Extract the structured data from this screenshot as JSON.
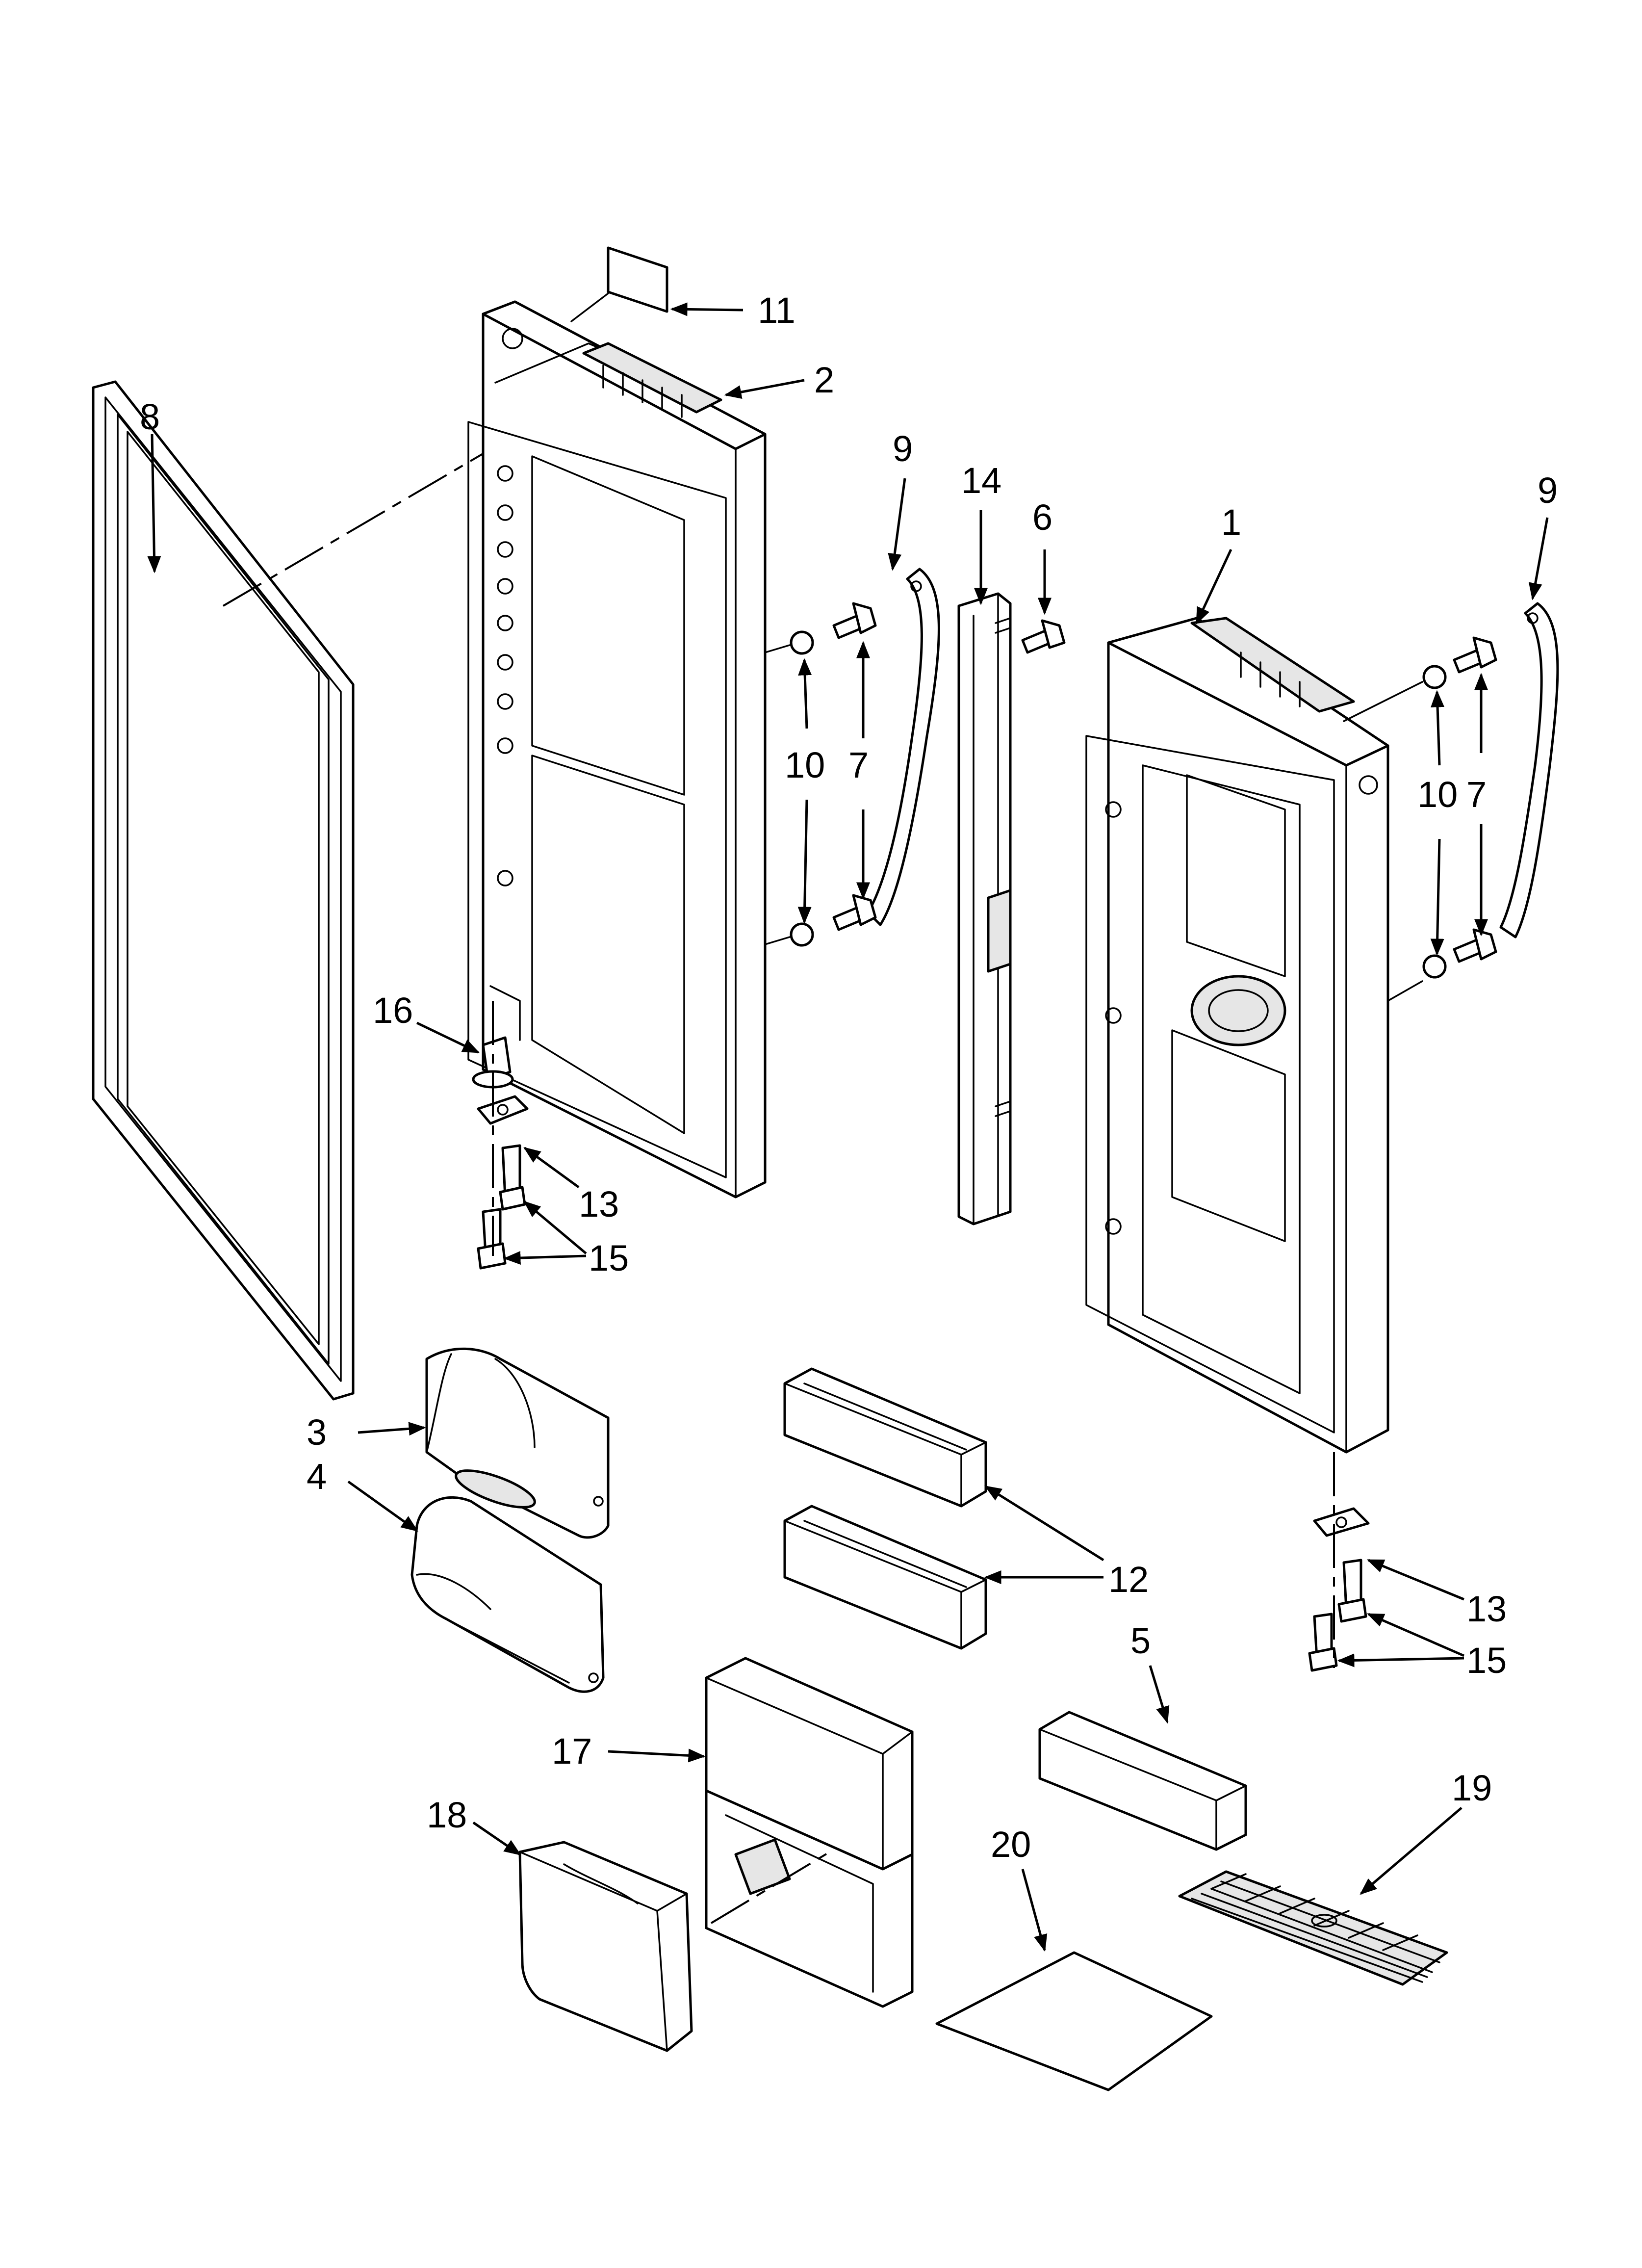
{
  "diagram": {
    "callouts": [
      {
        "key": "c1",
        "label": "1"
      },
      {
        "key": "c2",
        "label": "2"
      },
      {
        "key": "c3",
        "label": "3"
      },
      {
        "key": "c4",
        "label": "4"
      },
      {
        "key": "c5",
        "label": "5"
      },
      {
        "key": "c6",
        "label": "6"
      },
      {
        "key": "c7a",
        "label": "7"
      },
      {
        "key": "c7b",
        "label": "7"
      },
      {
        "key": "c8",
        "label": "8"
      },
      {
        "key": "c9a",
        "label": "9"
      },
      {
        "key": "c9b",
        "label": "9"
      },
      {
        "key": "c10a",
        "label": "10"
      },
      {
        "key": "c10b",
        "label": "10"
      },
      {
        "key": "c11",
        "label": "11"
      },
      {
        "key": "c12",
        "label": "12"
      },
      {
        "key": "c13a",
        "label": "13"
      },
      {
        "key": "c13b",
        "label": "13"
      },
      {
        "key": "c14",
        "label": "14"
      },
      {
        "key": "c15a",
        "label": "15"
      },
      {
        "key": "c15b",
        "label": "15"
      },
      {
        "key": "c16",
        "label": "16"
      },
      {
        "key": "c17",
        "label": "17"
      },
      {
        "key": "c18",
        "label": "18"
      },
      {
        "key": "c19",
        "label": "19"
      },
      {
        "key": "c20",
        "label": "20"
      }
    ]
  },
  "colors": {
    "line": "#000000",
    "background": "#ffffff",
    "shade": "#bdbdbd"
  }
}
